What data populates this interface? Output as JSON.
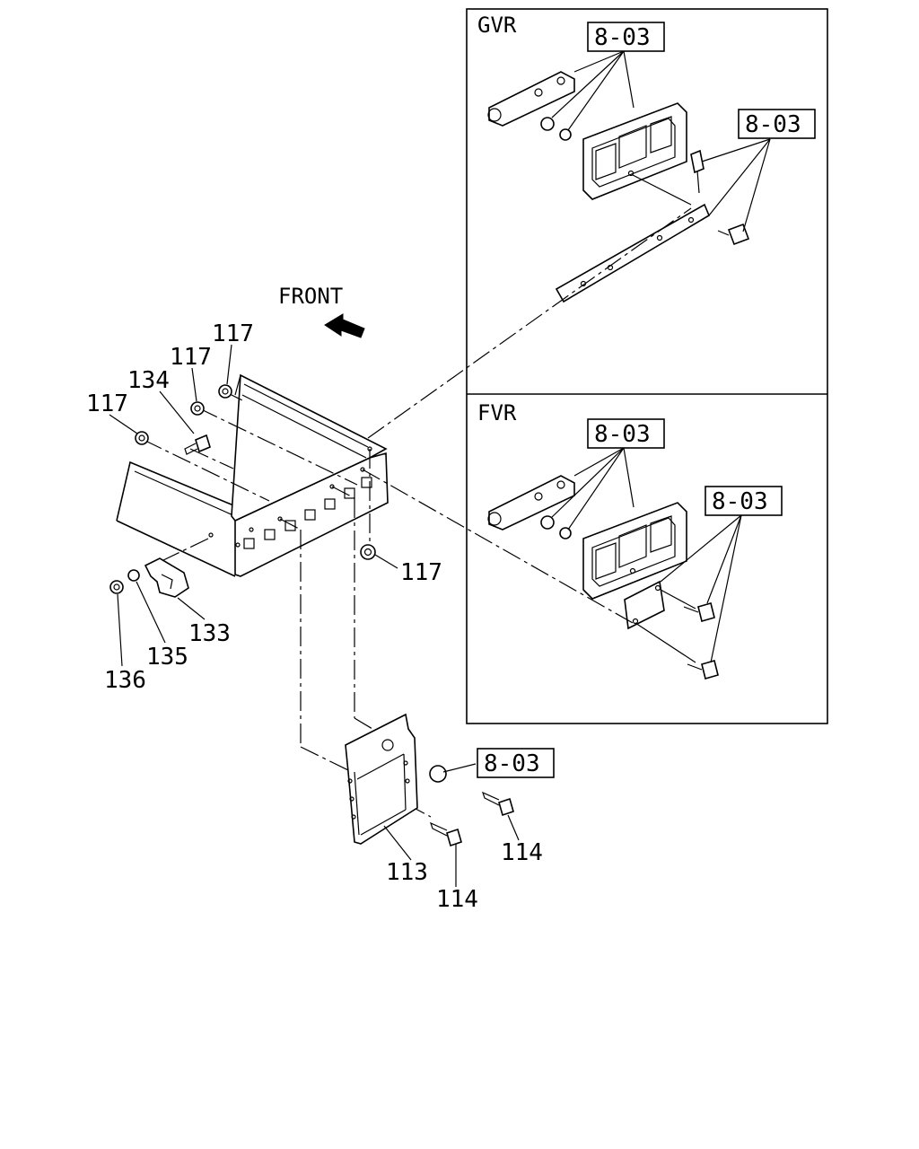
{
  "panels": {
    "gvr_label": "GVR",
    "fvr_label": "FVR"
  },
  "front_label": "FRONT",
  "refs": {
    "gvr_top": "8-03",
    "gvr_side": "8-03",
    "fvr_top": "8-03",
    "fvr_side": "8-03",
    "bottom": "8-03"
  },
  "callouts": {
    "c117_a": "117",
    "c117_b": "117",
    "c117_c": "117",
    "c117_d": "117",
    "c134": "134",
    "c133": "133",
    "c135": "135",
    "c136": "136",
    "c113": "113",
    "c114_a": "114",
    "c114_b": "114"
  }
}
